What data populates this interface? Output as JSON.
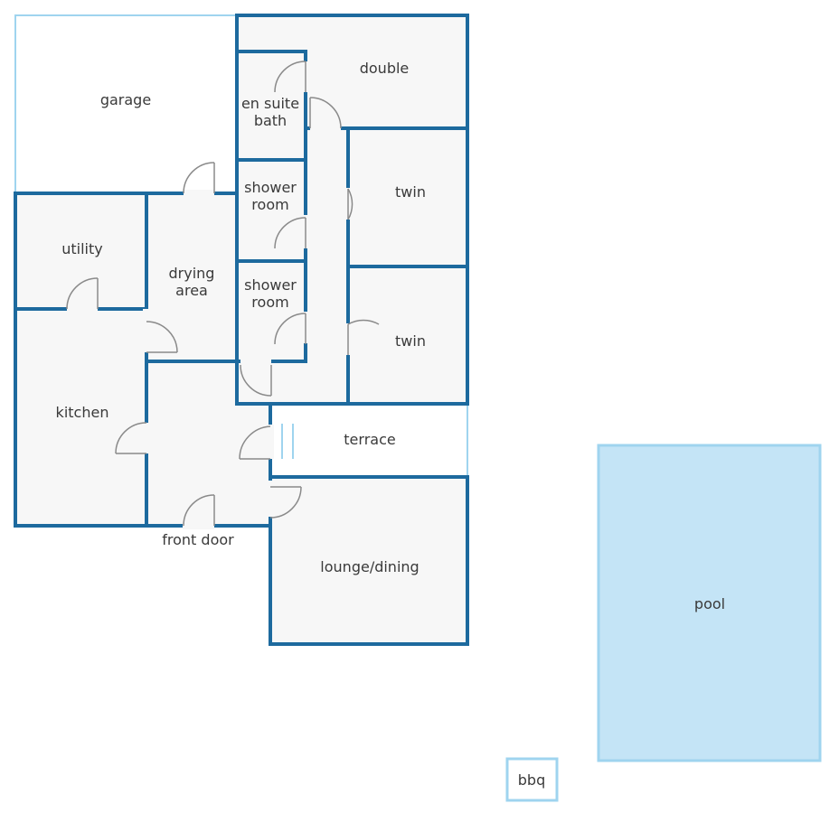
{
  "colors": {
    "wall": "#1d6a9e",
    "light_wall": "#9fd4ef",
    "floor": "#f7f7f7",
    "pool_fill": "#c4e4f6",
    "door": "#8a8a8a",
    "text": "#3a3a3a"
  },
  "rooms": {
    "garage": "garage",
    "double": "double",
    "en_suite_line1": "en suite",
    "en_suite_line2": "bath",
    "shower1_line1": "shower",
    "shower1_line2": "room",
    "shower2_line1": "shower",
    "shower2_line2": "room",
    "twin1": "twin",
    "twin2": "twin",
    "utility": "utility",
    "drying_line1": "drying",
    "drying_line2": "area",
    "kitchen": "kitchen",
    "terrace": "terrace",
    "front_door": "front door",
    "lounge": "lounge/dining",
    "pool": "pool",
    "bbq": "bbq"
  }
}
